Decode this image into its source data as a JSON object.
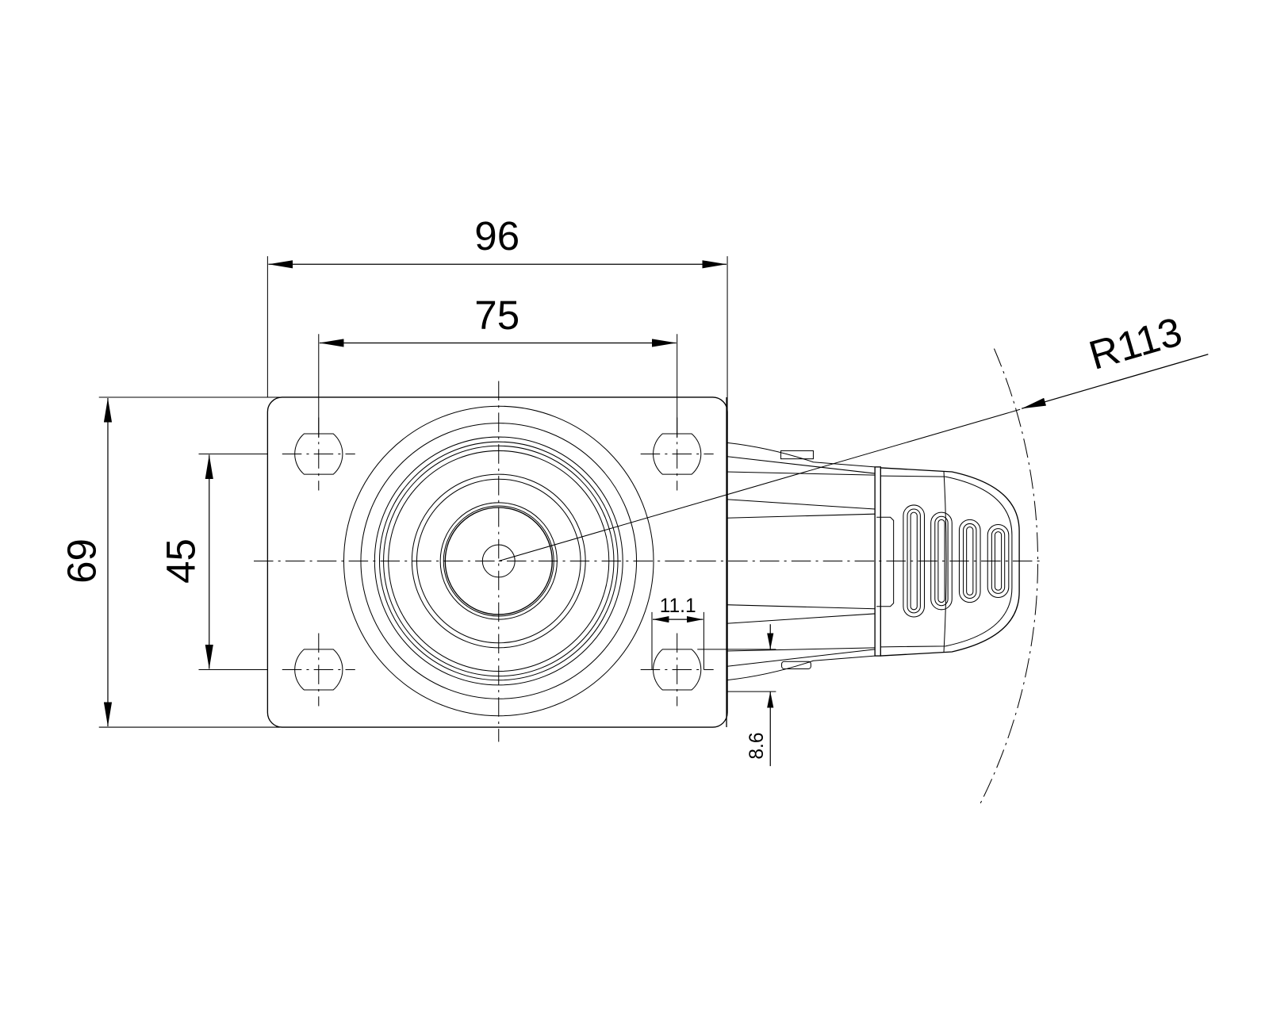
{
  "drawing": {
    "title": "Swivel castor top view with plate and brake",
    "line_color": "#000000",
    "background": "#ffffff"
  },
  "dimensions": {
    "plate_width": "96",
    "hole_spacing_x": "75",
    "plate_length": "69",
    "hole_spacing_y": "45",
    "hole_width": "11.1",
    "offset": "8.6",
    "swivel_radius": "R113"
  }
}
